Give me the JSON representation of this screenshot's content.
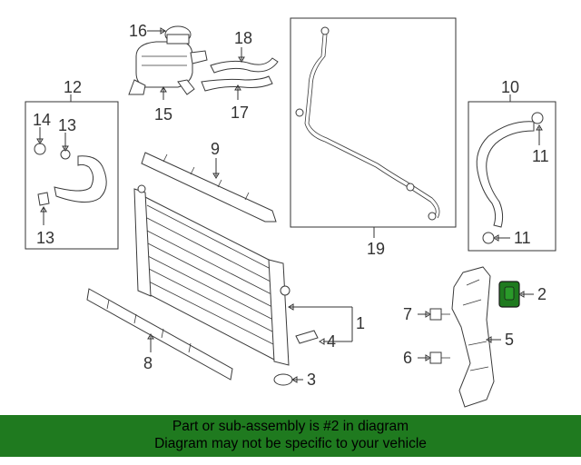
{
  "callouts": {
    "c1": "1",
    "c2": "2",
    "c3": "3",
    "c4": "4",
    "c5": "5",
    "c6": "6",
    "c7": "7",
    "c8": "8",
    "c9": "9",
    "c10": "10",
    "c11a": "11",
    "c11b": "11",
    "c12": "12",
    "c13a": "13",
    "c13b": "13",
    "c14": "14",
    "c15": "15",
    "c16": "16",
    "c17": "17",
    "c18": "18",
    "c19": "19"
  },
  "banner": {
    "line1": "Part or sub-assembly is #2 in diagram",
    "line2": "Diagram may not be specific to your vehicle"
  },
  "colors": {
    "banner_bg": "#1f7a1f",
    "highlight_part": "#1f7a1f",
    "line": "#333333"
  }
}
